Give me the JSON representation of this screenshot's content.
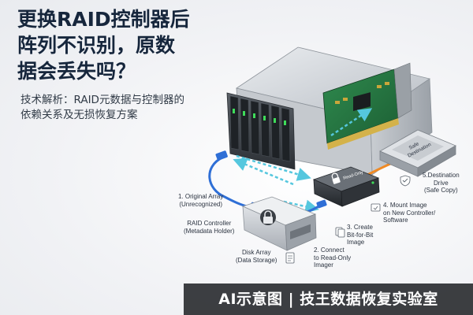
{
  "title_lines": [
    "更换RAID控制器后",
    "阵列不识别，原数",
    "据会丢失吗？"
  ],
  "subtitle_lines": [
    "技术解析：RAID元数据与控制器的",
    "依赖关系及无损恢复方案"
  ],
  "devices": {
    "read_only_label": "Read-Only",
    "safe_destination_lines": [
      "Safe",
      "Destination"
    ]
  },
  "steps": {
    "step1": [
      "1. Original Array",
      "(Unrecognized)"
    ],
    "raid_controller": [
      "RAID Controller",
      "(Metadata Holder)"
    ],
    "disk_array": [
      "Disk Array",
      "(Data Storage)"
    ],
    "step2": [
      "2. Connect",
      "to Read-Only",
      "Imager"
    ],
    "step3": [
      "3. Create",
      "Bit-for-Bit",
      "Image"
    ],
    "step4": [
      "4. Mount Image",
      "on New Controller/",
      "Software"
    ],
    "step5": [
      "5.Destination",
      "Drive",
      "(Safe Copy)"
    ]
  },
  "footer": "AI示意图 | 技王数据恢复实验室",
  "colors": {
    "arrow": "#55c7de",
    "usb_blue": "#2f6fd6",
    "usb_orange": "#f08a24",
    "title": "#16263c"
  }
}
